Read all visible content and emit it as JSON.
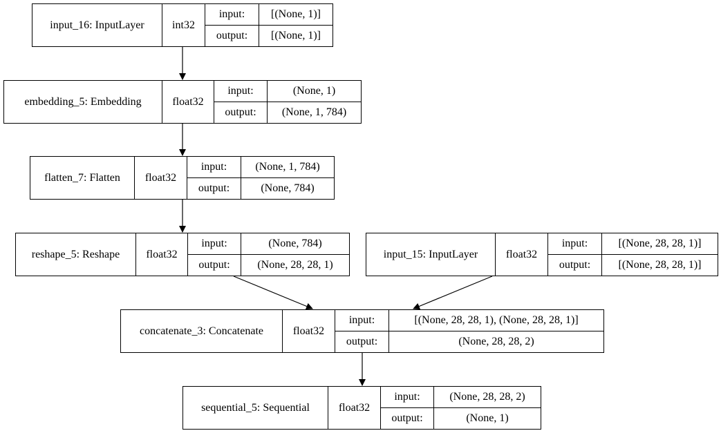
{
  "diagram": {
    "type": "keras-model-plot",
    "io_labels": {
      "input": "input:",
      "output": "output:"
    },
    "nodes": [
      {
        "id": "input_16",
        "label": "input_16: InputLayer",
        "dtype": "int32",
        "input": "[(None, 1)]",
        "output": "[(None, 1)]"
      },
      {
        "id": "embedding_5",
        "label": "embedding_5: Embedding",
        "dtype": "float32",
        "input": "(None, 1)",
        "output": "(None, 1, 784)"
      },
      {
        "id": "flatten_7",
        "label": "flatten_7: Flatten",
        "dtype": "float32",
        "input": "(None, 1, 784)",
        "output": "(None, 784)"
      },
      {
        "id": "reshape_5",
        "label": "reshape_5: Reshape",
        "dtype": "float32",
        "input": "(None, 784)",
        "output": "(None, 28, 28, 1)"
      },
      {
        "id": "input_15",
        "label": "input_15: InputLayer",
        "dtype": "float32",
        "input": "[(None, 28, 28, 1)]",
        "output": "[(None, 28, 28, 1)]"
      },
      {
        "id": "concatenate_3",
        "label": "concatenate_3: Concatenate",
        "dtype": "float32",
        "input": "[(None, 28, 28, 1), (None, 28, 28, 1)]",
        "output": "(None, 28, 28, 2)"
      },
      {
        "id": "sequential_5",
        "label": "sequential_5: Sequential",
        "dtype": "float32",
        "input": "(None, 28, 28, 2)",
        "output": "(None, 1)"
      }
    ],
    "edges": [
      {
        "from": "input_16",
        "to": "embedding_5"
      },
      {
        "from": "embedding_5",
        "to": "flatten_7"
      },
      {
        "from": "flatten_7",
        "to": "reshape_5"
      },
      {
        "from": "reshape_5",
        "to": "concatenate_3"
      },
      {
        "from": "input_15",
        "to": "concatenate_3"
      },
      {
        "from": "concatenate_3",
        "to": "sequential_5"
      }
    ]
  }
}
